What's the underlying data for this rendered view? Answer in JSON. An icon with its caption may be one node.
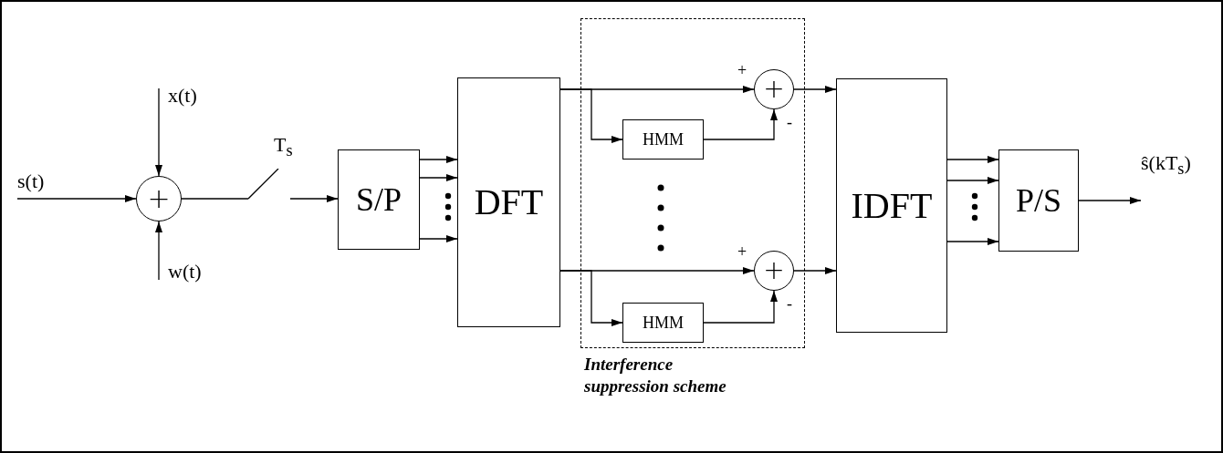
{
  "diagram": {
    "nodes": [
      {
        "text": [
          "s(t)"
        ]
      },
      {
        "text": [
          "x(t)"
        ]
      },
      {
        "text": [
          "w(t)"
        ]
      },
      {
        "text": [
          "+"
        ]
      },
      {
        "text": [],
        "shape": "switch",
        "beside": [
          "T$_{s}$"
        ]
      },
      {
        "text": [
          "S/P"
        ]
      },
      {
        "text": [
          "DFT"
        ]
      },
      {
        "text": [
          "Interference suppression scheme"
        ]
      },
      {
        "text": [
          "+"
        ],
        "in": 7,
        "beside": [
          "+",
          "-"
        ]
      },
      {
        "text": [
          "HMM"
        ],
        "in": 7
      },
      {
        "text": [
          "+"
        ],
        "in": 7,
        "beside": [
          "+",
          "-"
        ]
      },
      {
        "text": [
          "HMM"
        ],
        "in": 7
      },
      {
        "text": [
          "IDFT"
        ]
      },
      {
        "text": [
          "P/S"
        ]
      },
      {
        "text": [
          "ŝ(kT$_{s}$)"
        ]
      }
    ],
    "edges": [
      {
        "from": 0,
        "to": 3,
        "arrow": "to"
      },
      {
        "from": 1,
        "to": 3,
        "arrow": "to"
      },
      {
        "from": 2,
        "to": 3,
        "arrow": "to"
      },
      {
        "from": 3,
        "to": 4,
        "arrow": "none"
      },
      {
        "from": 4,
        "to": 5,
        "arrow": "to"
      },
      {
        "from": 5,
        "to": 6,
        "arrow": "to"
      },
      {
        "from": 5,
        "to": 6,
        "arrow": "to"
      },
      {
        "from": 5,
        "to": 6,
        "arrow": "to"
      },
      {
        "from": 6,
        "to": 8,
        "arrow": "to"
      },
      {
        "from": 6,
        "to": 9,
        "arrow": "to"
      },
      {
        "from": 9,
        "to": 8,
        "arrow": "to"
      },
      {
        "from": 6,
        "to": 10,
        "arrow": "to"
      },
      {
        "from": 6,
        "to": 11,
        "arrow": "to"
      },
      {
        "from": 11,
        "to": 10,
        "arrow": "to"
      },
      {
        "from": 8,
        "to": 12,
        "arrow": "to"
      },
      {
        "from": 10,
        "to": 12,
        "arrow": "to"
      },
      {
        "from": 12,
        "to": 13,
        "arrow": "to"
      },
      {
        "from": 12,
        "to": 13,
        "arrow": "to"
      },
      {
        "from": 12,
        "to": 13,
        "arrow": "to"
      },
      {
        "from": 13,
        "to": 14,
        "arrow": "to"
      }
    ]
  }
}
